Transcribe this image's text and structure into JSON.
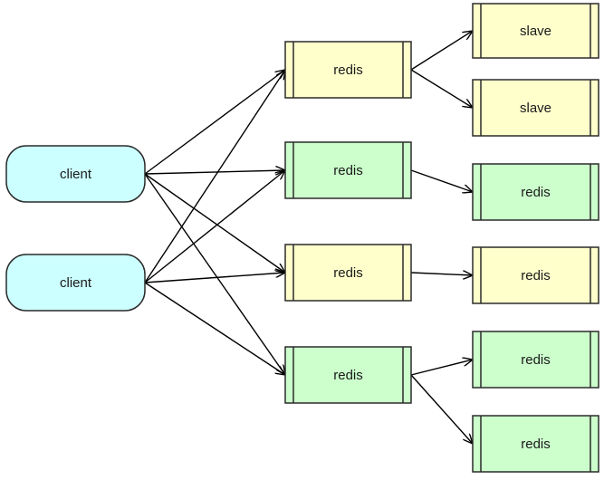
{
  "colors": {
    "client_fill": "#ccffff",
    "yellow_fill": "#ffffcc",
    "green_fill": "#ccffcc",
    "stroke": "#2b2b2b",
    "arrow": "#000000"
  },
  "nodes": [
    {
      "id": "client-1",
      "kind": "client",
      "label": "client",
      "fill": "client"
    },
    {
      "id": "client-2",
      "kind": "client",
      "label": "client",
      "fill": "client"
    },
    {
      "id": "redis-a",
      "kind": "process",
      "label": "redis",
      "fill": "yellow"
    },
    {
      "id": "redis-b",
      "kind": "process",
      "label": "redis",
      "fill": "green"
    },
    {
      "id": "redis-c",
      "kind": "process",
      "label": "redis",
      "fill": "yellow"
    },
    {
      "id": "redis-d",
      "kind": "process",
      "label": "redis",
      "fill": "green"
    },
    {
      "id": "slave-a1",
      "kind": "process",
      "label": "slave",
      "fill": "yellow"
    },
    {
      "id": "slave-a2",
      "kind": "process",
      "label": "slave",
      "fill": "yellow"
    },
    {
      "id": "redis-b1",
      "kind": "process",
      "label": "redis",
      "fill": "green"
    },
    {
      "id": "redis-c1",
      "kind": "process",
      "label": "redis",
      "fill": "yellow"
    },
    {
      "id": "redis-d1",
      "kind": "process",
      "label": "redis",
      "fill": "green"
    },
    {
      "id": "redis-d2",
      "kind": "process",
      "label": "redis",
      "fill": "green"
    }
  ],
  "edges": [
    {
      "from": "client-1",
      "to": "redis-a"
    },
    {
      "from": "client-1",
      "to": "redis-b"
    },
    {
      "from": "client-1",
      "to": "redis-c"
    },
    {
      "from": "client-1",
      "to": "redis-d"
    },
    {
      "from": "client-2",
      "to": "redis-a"
    },
    {
      "from": "client-2",
      "to": "redis-b"
    },
    {
      "from": "client-2",
      "to": "redis-c"
    },
    {
      "from": "client-2",
      "to": "redis-d"
    },
    {
      "from": "redis-a",
      "to": "slave-a1"
    },
    {
      "from": "redis-a",
      "to": "slave-a2"
    },
    {
      "from": "redis-b",
      "to": "redis-b1"
    },
    {
      "from": "redis-c",
      "to": "redis-c1"
    },
    {
      "from": "redis-d",
      "to": "redis-d1"
    },
    {
      "from": "redis-d",
      "to": "redis-d2"
    }
  ]
}
